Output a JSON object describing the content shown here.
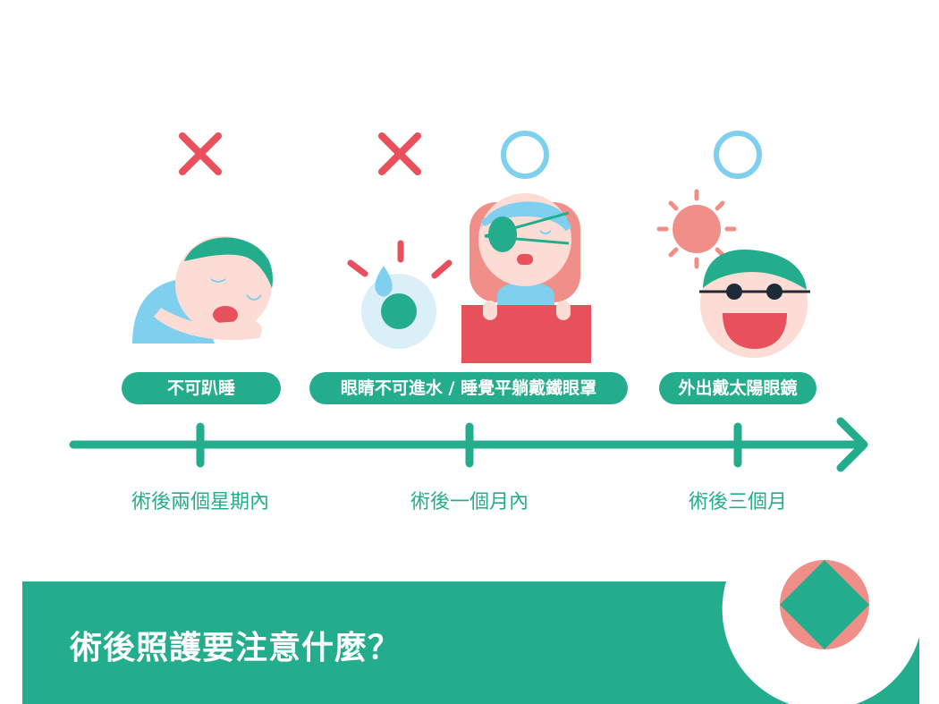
{
  "marks": {
    "mark_1": "cross",
    "mark_2": "cross",
    "mark_3": "circle",
    "mark_4": "circle"
  },
  "pills": {
    "no_sleep_prone": "不可趴睡",
    "eye_water_shield": "眼睛不可進水 / 睡覺平躺戴鐵眼罩",
    "sunglasses": "外出戴太陽眼鏡"
  },
  "timeline": {
    "ticks": [
      "術後兩個星期內",
      "術後一個月內",
      "術後三個月"
    ]
  },
  "banner": {
    "title": "術後照護要注意什麼？"
  },
  "colors": {
    "green": "#24ad8d",
    "red": "#e8505b",
    "blue": "#7fd0ee",
    "salmon": "#ef8f88",
    "skin": "#fcdcd4"
  },
  "icons": [
    "sleeping-prone-icon",
    "eye-drop-icon",
    "eye-shield-person-icon",
    "sun-icon",
    "sunglasses-person-icon",
    "logo-icon"
  ]
}
